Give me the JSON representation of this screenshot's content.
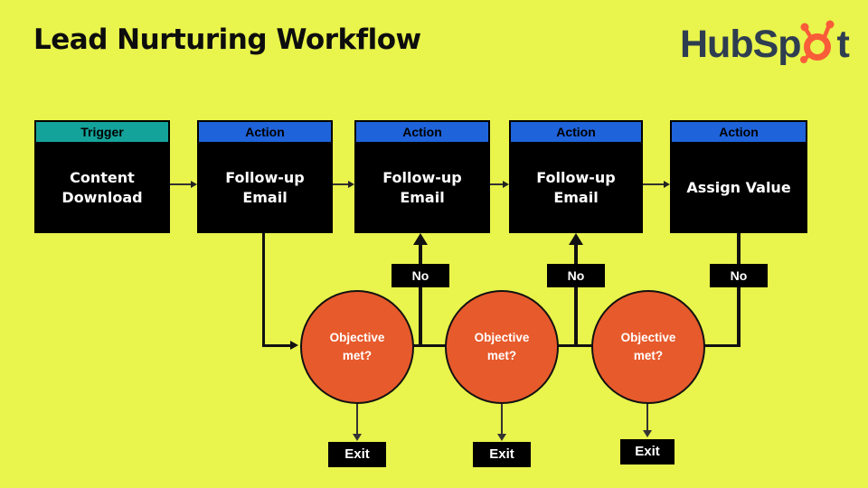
{
  "title": "Lead Nurturing Workflow",
  "logo": {
    "text_before": "HubSp",
    "text_after": "t",
    "icon": "hubspot-sprocket",
    "text_color": "#2e3d50",
    "sprocket_color": "#f95c39"
  },
  "nodes": [
    {
      "type": "trigger",
      "header": "Trigger",
      "label": "Content Download"
    },
    {
      "type": "action",
      "header": "Action",
      "label": "Follow-up Email"
    },
    {
      "type": "action",
      "header": "Action",
      "label": "Follow-up Email"
    },
    {
      "type": "action",
      "header": "Action",
      "label": "Follow-up Email"
    },
    {
      "type": "action",
      "header": "Action",
      "label": "Assign Value"
    }
  ],
  "decisions": [
    {
      "label": "Objective met?",
      "no_label": "No",
      "exit_label": "Exit"
    },
    {
      "label": "Objective met?",
      "no_label": "No",
      "exit_label": "Exit"
    },
    {
      "label": "Objective met?",
      "no_label": "No",
      "exit_label": "Exit"
    }
  ],
  "colors": {
    "background": "#e9f44c",
    "trigger_header": "#14a39a",
    "action_header": "#1e63da",
    "node_body": "#000000",
    "decision_fill": "#e75a2b",
    "label_text": "#ffffff",
    "connector": "#111111"
  }
}
